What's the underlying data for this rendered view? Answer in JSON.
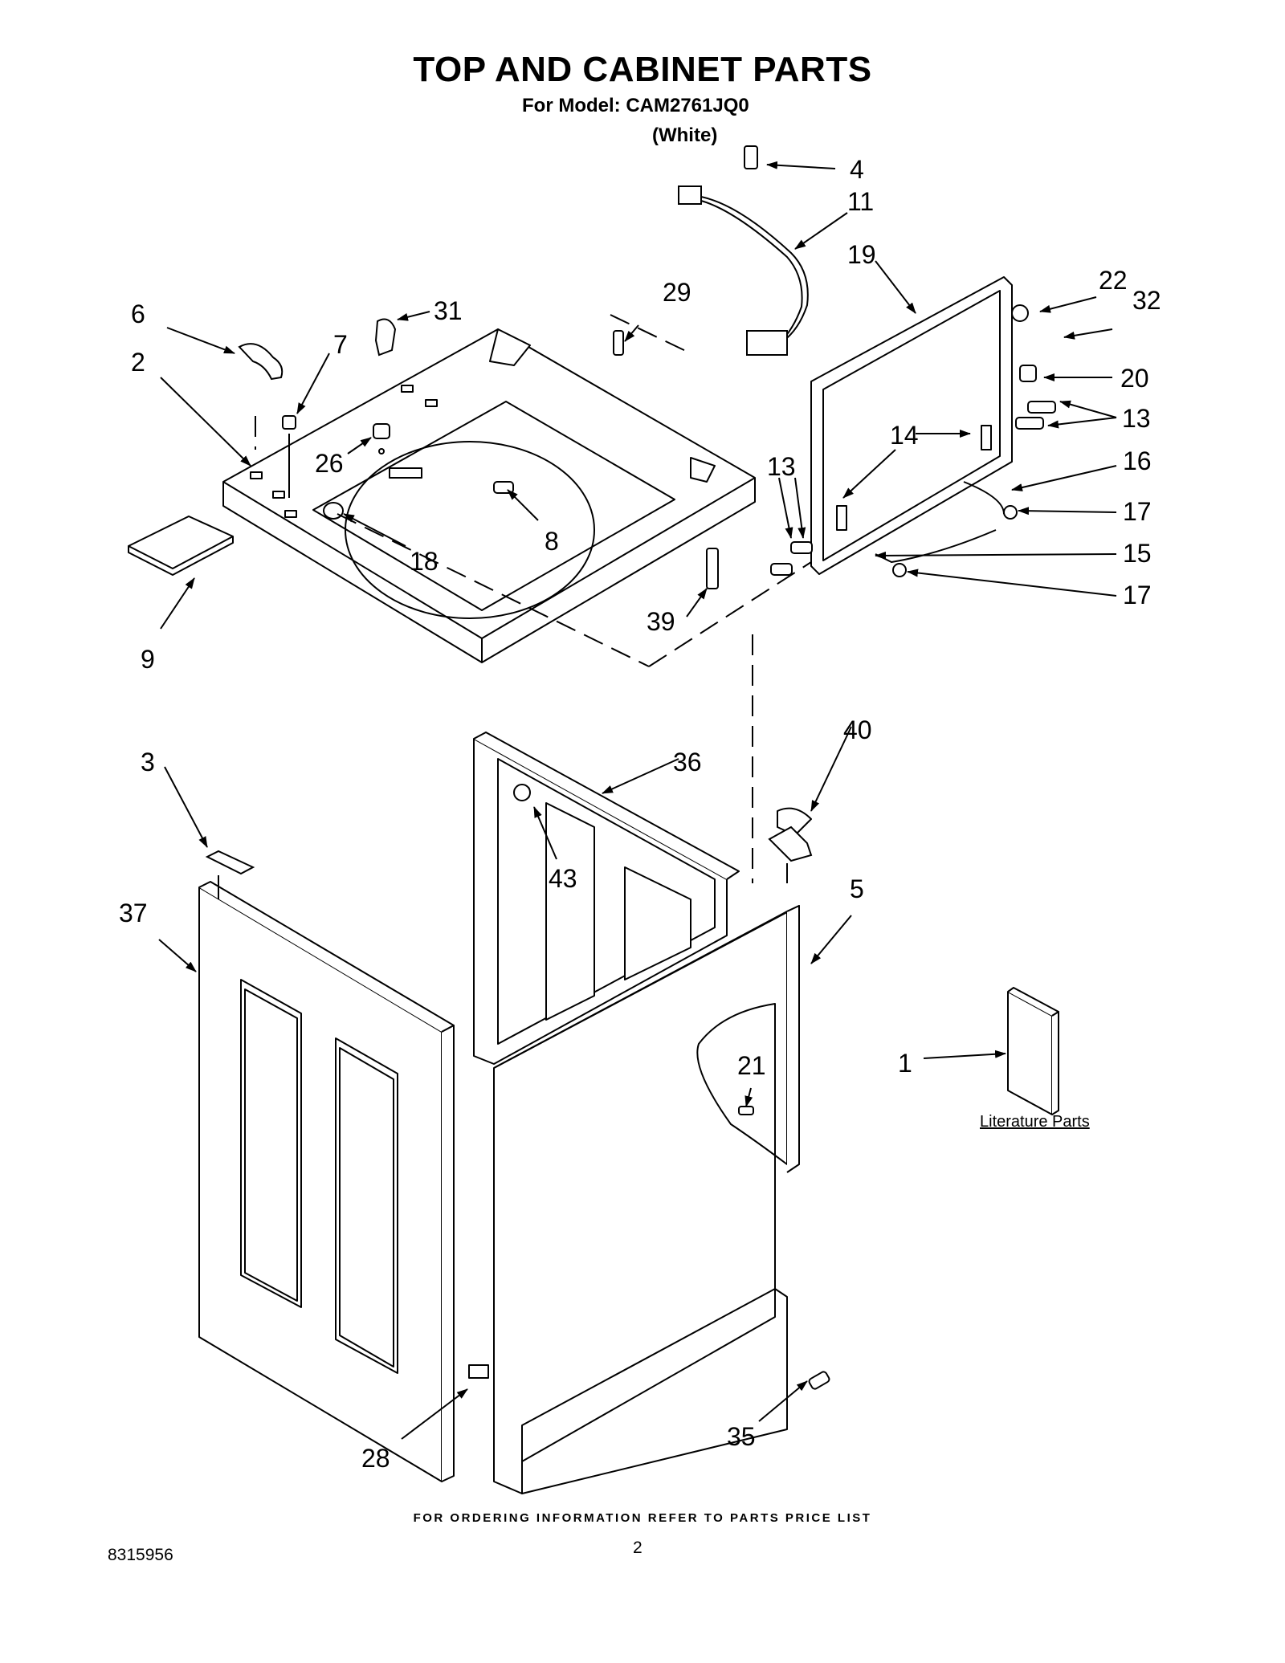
{
  "header": {
    "title": "TOP AND CABINET PARTS",
    "model_line": "For Model: CAM2761JQ0",
    "variant": "(White)"
  },
  "callouts": {
    "p1": "1",
    "p2": "2",
    "p3": "3",
    "p4": "4",
    "p5": "5",
    "p6": "6",
    "p7": "7",
    "p8": "8",
    "p9": "9",
    "p11": "11",
    "p13a": "13",
    "p13b": "13",
    "p14": "14",
    "p15": "15",
    "p16": "16",
    "p17a": "17",
    "p17b": "17",
    "p18": "18",
    "p19": "19",
    "p20": "20",
    "p21": "21",
    "p22": "22",
    "p26": "26",
    "p28": "28",
    "p29": "29",
    "p31": "31",
    "p32": "32",
    "p35": "35",
    "p36": "36",
    "p37": "37",
    "p39": "39",
    "p40": "40",
    "p43": "43"
  },
  "literature_label": "Literature Parts",
  "footer": {
    "ordering_note": "FOR ORDERING INFORMATION REFER TO PARTS PRICE LIST",
    "doc_number": "8315956",
    "page_number": "2"
  }
}
